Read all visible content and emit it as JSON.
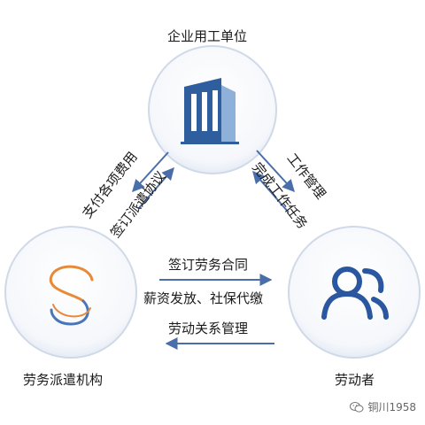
{
  "nodes": {
    "top": {
      "label": "企业用工单位",
      "icon": "building-icon"
    },
    "left": {
      "label": "劳务派遣机构",
      "icon": "s-logo-icon"
    },
    "right": {
      "label": "劳动者",
      "icon": "people-icon"
    }
  },
  "edges": {
    "left_top_outer": "支付各项费用",
    "left_top_inner": "签订派遣协议",
    "right_top_outer": "工作管理",
    "right_top_inner": "完成工作任务",
    "bottom_1": "签订劳务合同",
    "bottom_2": "薪资发放、社保代缴",
    "bottom_3": "劳动关系管理"
  },
  "watermark": {
    "text": "铜川1958",
    "icon": "wechat-icon"
  },
  "colors": {
    "circle_stroke": "#cfd9e8",
    "arrow": "#4a6ea9",
    "building_blue": "#2f5e9e",
    "people_blue": "#2a57a0",
    "s_orange": "#e8893a",
    "s_blue": "#4a76b8"
  }
}
